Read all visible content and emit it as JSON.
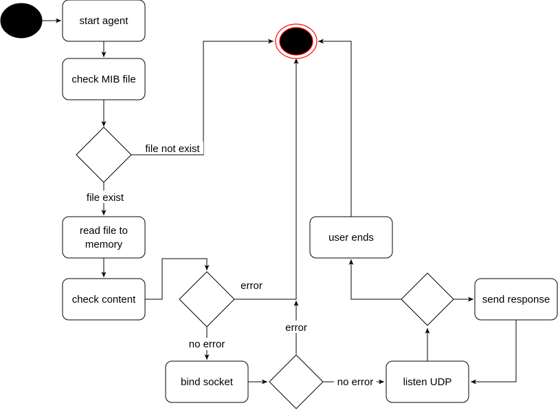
{
  "colors": {
    "stroke": "#000000",
    "fill": "#ffffff",
    "start_fill": "#000000",
    "end_ring": "#ff0000"
  },
  "nodes": {
    "start_agent": "start agent",
    "check_mib_file": "check MIB file",
    "read_file_line1": "read file to",
    "read_file_line2": "memory",
    "check_content": "check content",
    "bind_socket": "bind socket",
    "listen_udp": "listen UDP",
    "send_response": "send response",
    "user_ends": "user ends"
  },
  "edges": {
    "file_not_exist": "file not exist",
    "file_exist": "file exist",
    "error_content": "error",
    "no_error_content": "no error",
    "error_socket": "error",
    "no_error_socket": "no error"
  }
}
